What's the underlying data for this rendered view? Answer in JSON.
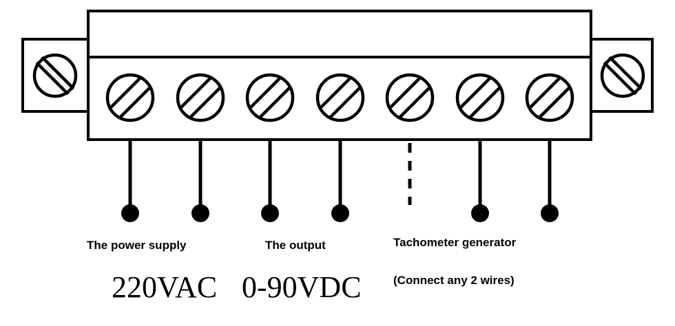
{
  "terminal_block": {
    "screw_count": 7,
    "wire_styles": [
      "solid",
      "solid",
      "solid",
      "solid",
      "dashed",
      "solid",
      "solid"
    ],
    "colors": {
      "stroke": "#000000",
      "fill": "#ffffff"
    }
  },
  "labels": {
    "power_supply": "The power supply",
    "output": "The output",
    "tachometer": "Tachometer generator",
    "connect_note": "(Connect any 2 wires)"
  },
  "values": {
    "power_voltage": "220VAC",
    "output_voltage": "0-90VDC"
  }
}
